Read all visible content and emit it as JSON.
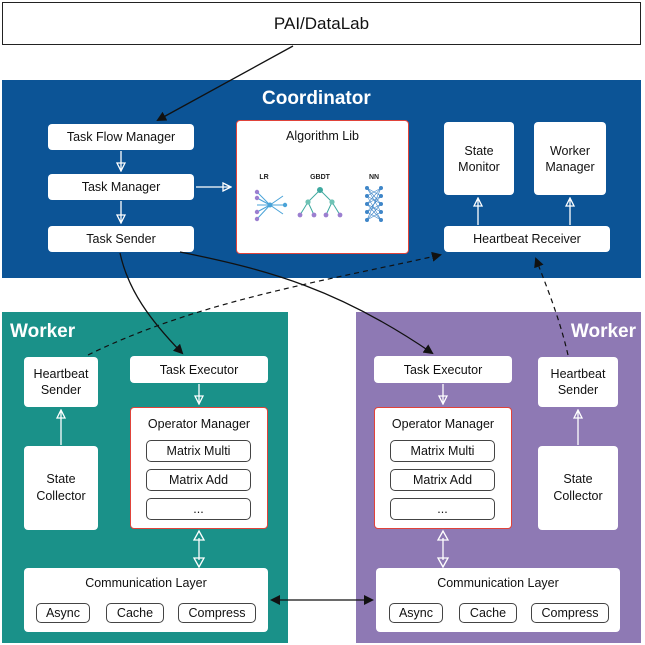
{
  "top": {
    "label": "PAI/DataLab"
  },
  "coordinator": {
    "title": "Coordinator",
    "task_flow_manager": "Task Flow Manager",
    "task_manager": "Task Manager",
    "task_sender": "Task Sender",
    "algorithm_lib": {
      "title": "Algorithm Lib",
      "icons": [
        {
          "label": "LR",
          "icon": "lr-icon"
        },
        {
          "label": "GBDT",
          "icon": "gbdt-tree-icon"
        },
        {
          "label": "NN",
          "icon": "nn-icon"
        }
      ]
    },
    "state_monitor": "State\nMonitor",
    "worker_manager": "Worker\nManager",
    "heartbeat_receiver": "Heartbeat Receiver"
  },
  "workers": [
    {
      "title": "Worker",
      "heartbeat_sender": "Heartbeat\nSender",
      "state_collector": "State\nCollector",
      "task_executor": "Task Executor",
      "operator_manager": {
        "title": "Operator Manager",
        "ops": [
          "Matrix Multi",
          "Matrix Add",
          "..."
        ]
      },
      "comm": {
        "title": "Communication Layer",
        "items": [
          "Async",
          "Cache",
          "Compress"
        ]
      }
    },
    {
      "title": "Worker",
      "heartbeat_sender": "Heartbeat\nSender",
      "state_collector": "State\nCollector",
      "task_executor": "Task Executor",
      "operator_manager": {
        "title": "Operator Manager",
        "ops": [
          "Matrix Multi",
          "Matrix Add",
          "..."
        ]
      },
      "comm": {
        "title": "Communication Layer",
        "items": [
          "Async",
          "Cache",
          "Compress"
        ]
      }
    }
  ],
  "colors": {
    "coordinator": "#0c5496",
    "worker_left": "#1a9189",
    "worker_right": "#8e79b4",
    "highlight_border": "#e0433a"
  }
}
